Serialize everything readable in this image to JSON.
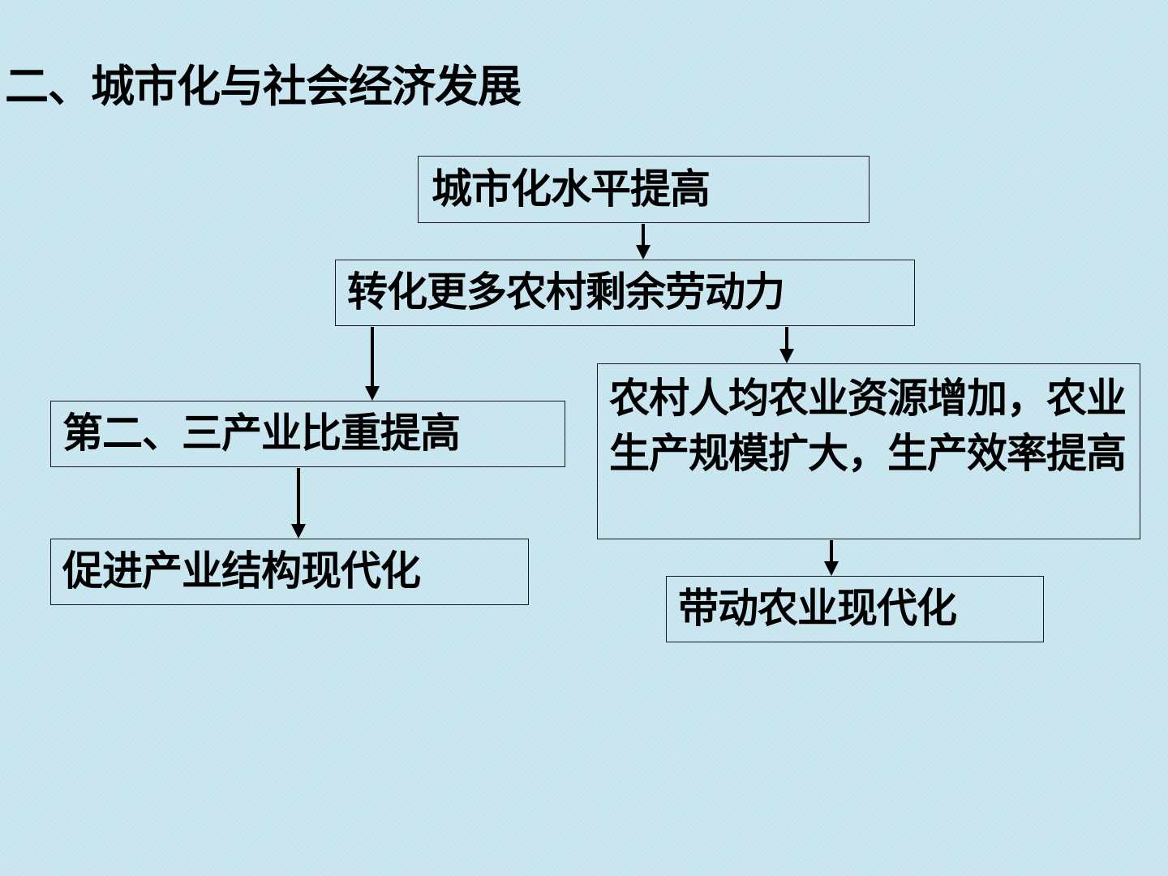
{
  "slide": {
    "title": "二、城市化与社会经济发展"
  },
  "nodes": {
    "urbanization": "城市化水平提高",
    "labor_transfer": "转化更多农村剩余劳动力",
    "industry_share": "第二、三产业比重提高",
    "industry_structure": "促进产业结构现代化",
    "rural_resources": "农村人均农业资源增加，农业生产规模扩大，生产效率提高",
    "agri_modernization": "带动农业现代化"
  },
  "colors": {
    "background": "#c9e6f0",
    "text": "#000000",
    "border": "#1a1a1a",
    "arrow": "#000000"
  }
}
